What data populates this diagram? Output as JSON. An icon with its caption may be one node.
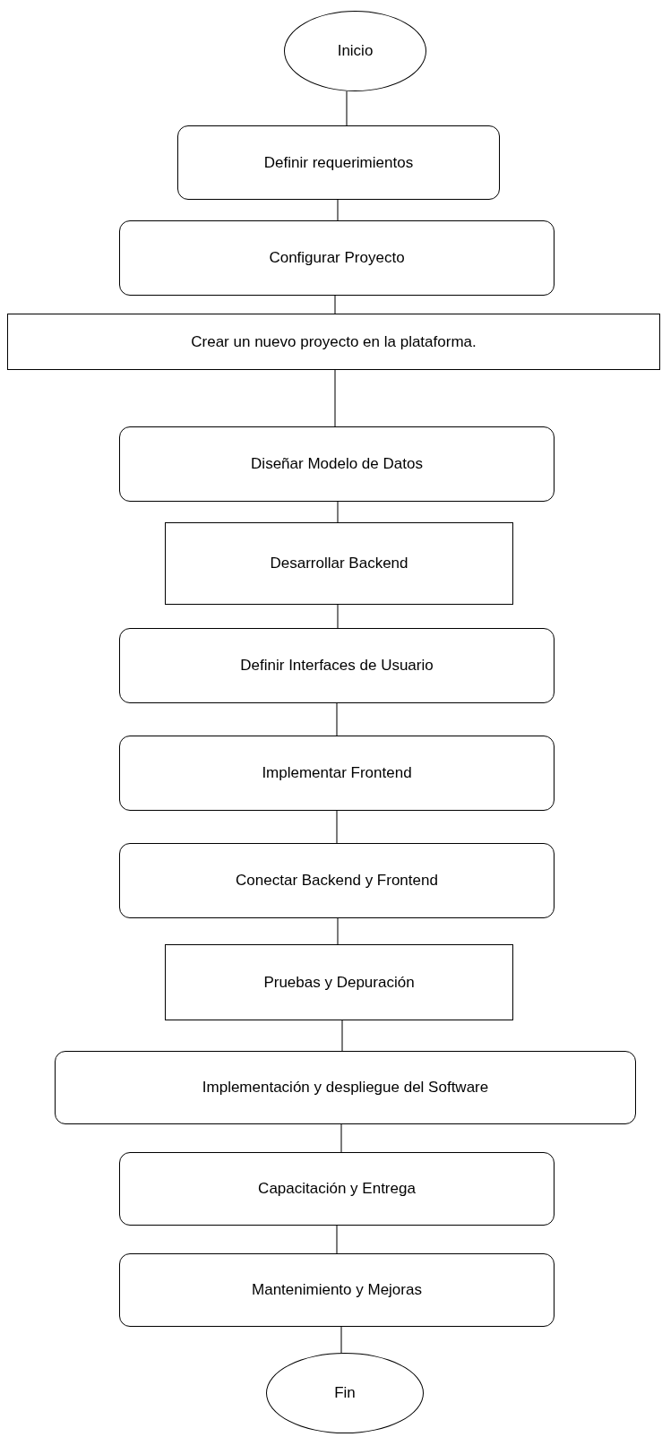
{
  "diagram": {
    "nodes": [
      {
        "text": [
          "Inicio"
        ]
      },
      {
        "text": [
          "Definir requerimientos"
        ]
      },
      {
        "text": [
          "Configurar Proyecto"
        ]
      },
      {
        "text": [
          "Crear un nuevo proyecto en la plataforma."
        ]
      },
      {
        "text": [
          "Diseñar Modelo de Datos"
        ]
      },
      {
        "text": [
          "Desarrollar Backend"
        ]
      },
      {
        "text": [
          "Definir Interfaces de Usuario"
        ]
      },
      {
        "text": [
          "Implementar Frontend"
        ]
      },
      {
        "text": [
          "Conectar Backend y Frontend"
        ]
      },
      {
        "text": [
          "Pruebas y Depuración"
        ]
      },
      {
        "text": [
          "Implementación y despliegue del Software"
        ]
      },
      {
        "text": [
          "Capacitación y Entrega"
        ]
      },
      {
        "text": [
          "Mantenimiento y Mejoras"
        ]
      },
      {
        "text": [
          "Fin"
        ]
      }
    ],
    "edges": [
      {
        "from": 0,
        "to": 1,
        "arrow": "none"
      },
      {
        "from": 1,
        "to": 2,
        "arrow": "none"
      },
      {
        "from": 2,
        "to": 3,
        "arrow": "none"
      },
      {
        "from": 3,
        "to": 4,
        "arrow": "none"
      },
      {
        "from": 4,
        "to": 5,
        "arrow": "none"
      },
      {
        "from": 5,
        "to": 6,
        "arrow": "none"
      },
      {
        "from": 6,
        "to": 7,
        "arrow": "none"
      },
      {
        "from": 7,
        "to": 8,
        "arrow": "none"
      },
      {
        "from": 8,
        "to": 9,
        "arrow": "none"
      },
      {
        "from": 9,
        "to": 10,
        "arrow": "none"
      },
      {
        "from": 10,
        "to": 11,
        "arrow": "none"
      },
      {
        "from": 11,
        "to": 12,
        "arrow": "none"
      },
      {
        "from": 12,
        "to": 13,
        "arrow": "none"
      }
    ]
  }
}
